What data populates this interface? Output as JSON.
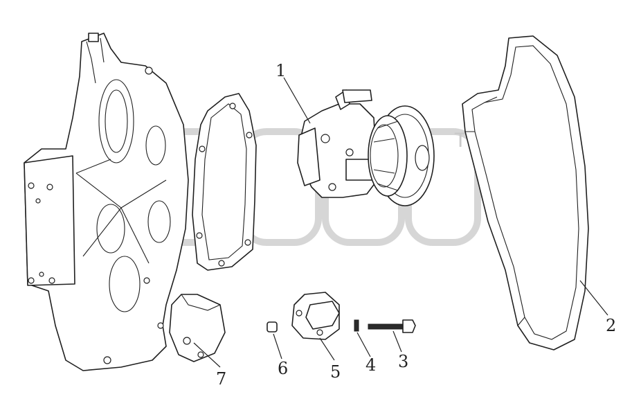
{
  "figure": {
    "watermark_mark": "TM",
    "callouts": [
      {
        "id": "callout-1",
        "label": "1"
      },
      {
        "id": "callout-2",
        "label": "2"
      },
      {
        "id": "callout-3",
        "label": "3"
      },
      {
        "id": "callout-4",
        "label": "4"
      },
      {
        "id": "callout-5",
        "label": "5"
      },
      {
        "id": "callout-6",
        "label": "6"
      },
      {
        "id": "callout-7",
        "label": "7"
      }
    ]
  }
}
